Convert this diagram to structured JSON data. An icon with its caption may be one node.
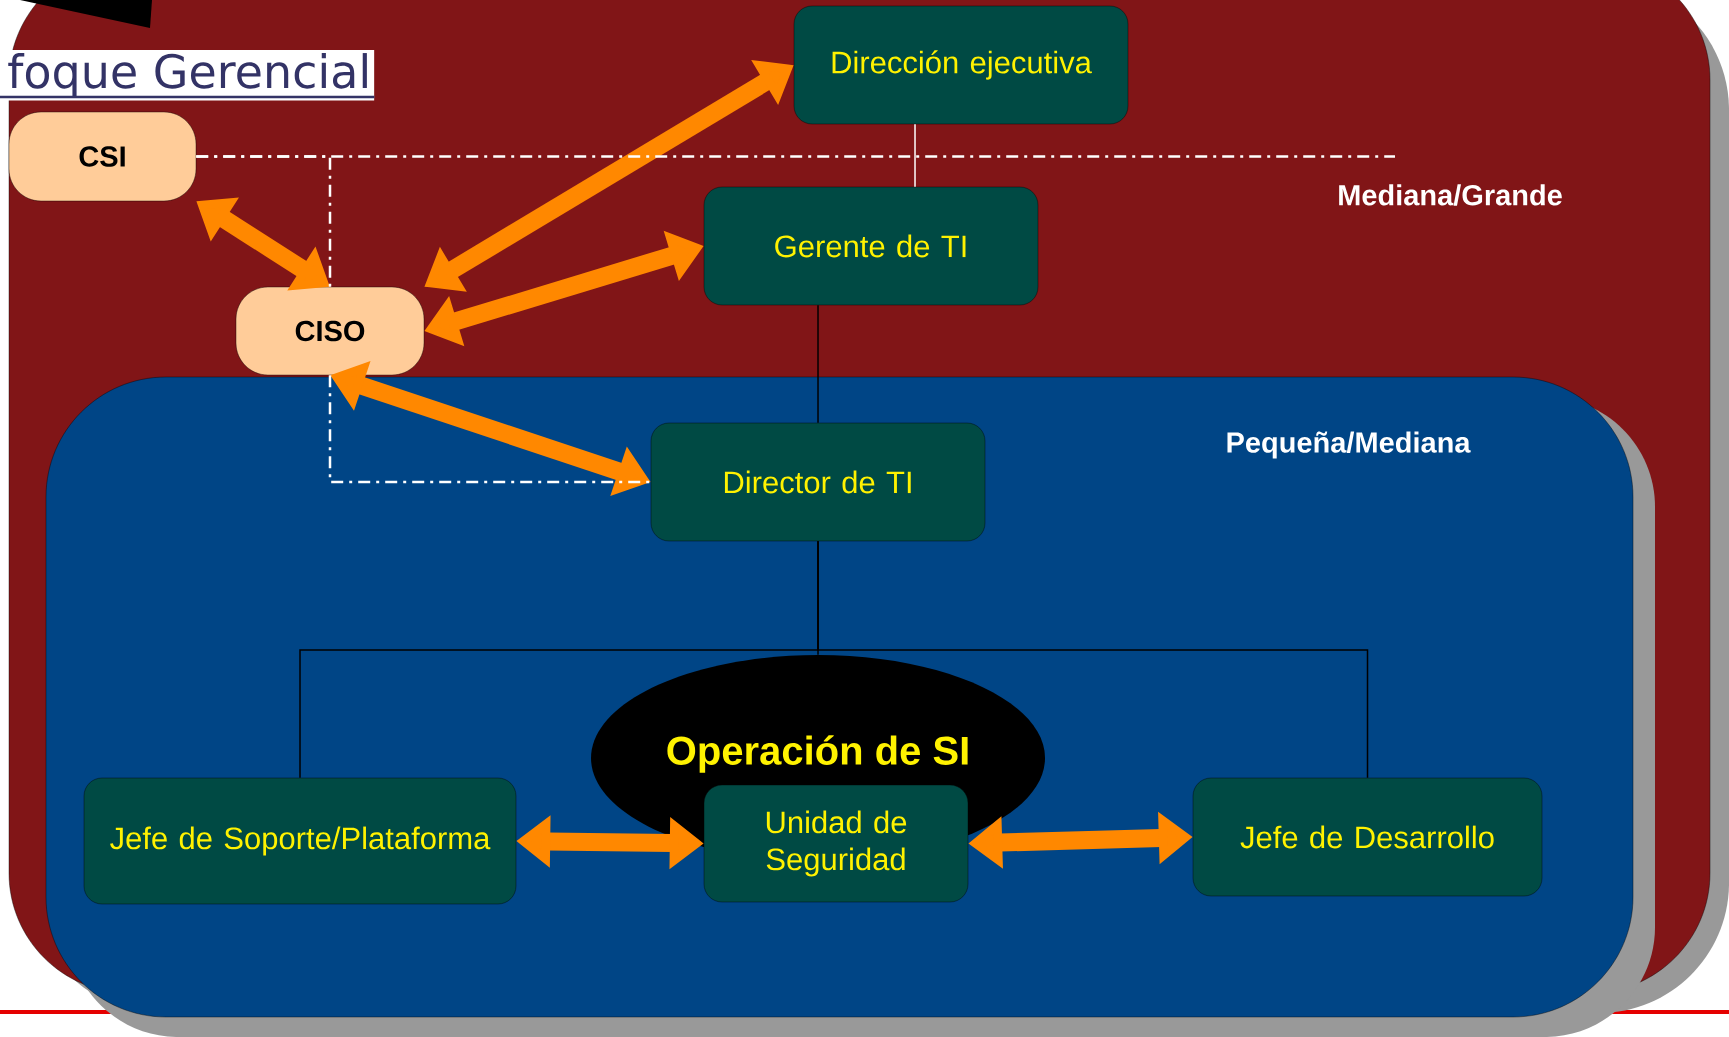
{
  "diagram": {
    "title": "foque Gerencial",
    "nodes": [
      {
        "text": [
          "Mediana/Grande"
        ]
      },
      {
        "text": [
          "Pequeña/Mediana"
        ]
      },
      {
        "text": [
          "CSI"
        ],
        "in": 0
      },
      {
        "text": [
          "CISO"
        ],
        "in": 0
      },
      {
        "text": [
          "Dirección ejecutiva"
        ],
        "in": 0
      },
      {
        "text": [
          "Gerente de TI"
        ],
        "in": 0
      },
      {
        "text": [
          "Director de TI"
        ],
        "in": 1
      },
      {
        "text": [
          "Operación de SI"
        ],
        "in": 1
      },
      {
        "text": [
          "Jefe de Soporte/Plataforma"
        ],
        "in": 1
      },
      {
        "text": [
          "Unidad de Seguridad"
        ],
        "in": 1
      },
      {
        "text": [
          "Jefe de Desarrollo"
        ],
        "in": 1
      }
    ],
    "edges": [
      {
        "from": 2,
        "to": 3,
        "arrow": "both",
        "style": "thick",
        "color": "#ff8800"
      },
      {
        "from": 3,
        "to": 4,
        "arrow": "both",
        "style": "thick",
        "color": "#ff8800"
      },
      {
        "from": 3,
        "to": 5,
        "arrow": "both",
        "style": "thick",
        "color": "#ff8800"
      },
      {
        "from": 3,
        "to": 6,
        "arrow": "both",
        "style": "thick",
        "color": "#ff8800"
      },
      {
        "from": 8,
        "to": 9,
        "arrow": "both",
        "style": "thick",
        "color": "#ff8800"
      },
      {
        "from": 9,
        "to": 10,
        "arrow": "both",
        "style": "thick",
        "color": "#ff8800"
      },
      {
        "from": 4,
        "to": 5,
        "arrow": "none",
        "color": "#ffffff"
      },
      {
        "from": 5,
        "to": 6,
        "arrow": "none",
        "color": "#000000"
      },
      {
        "from": 6,
        "to": 8,
        "arrow": "none",
        "color": "#000000"
      },
      {
        "from": 6,
        "to": 7,
        "arrow": "none",
        "color": "#000000"
      },
      {
        "from": 6,
        "to": 10,
        "arrow": "none",
        "color": "#000000"
      },
      {
        "from": 2,
        "to": 3,
        "arrow": "none",
        "style": "dashed",
        "color": "#ffffff"
      },
      {
        "from": 2,
        "to": null,
        "arrow": "none",
        "style": "dashed",
        "color": "#ffffff"
      },
      {
        "from": 3,
        "to": 6,
        "arrow": "none",
        "style": "dashed",
        "color": "#ffffff"
      }
    ]
  }
}
